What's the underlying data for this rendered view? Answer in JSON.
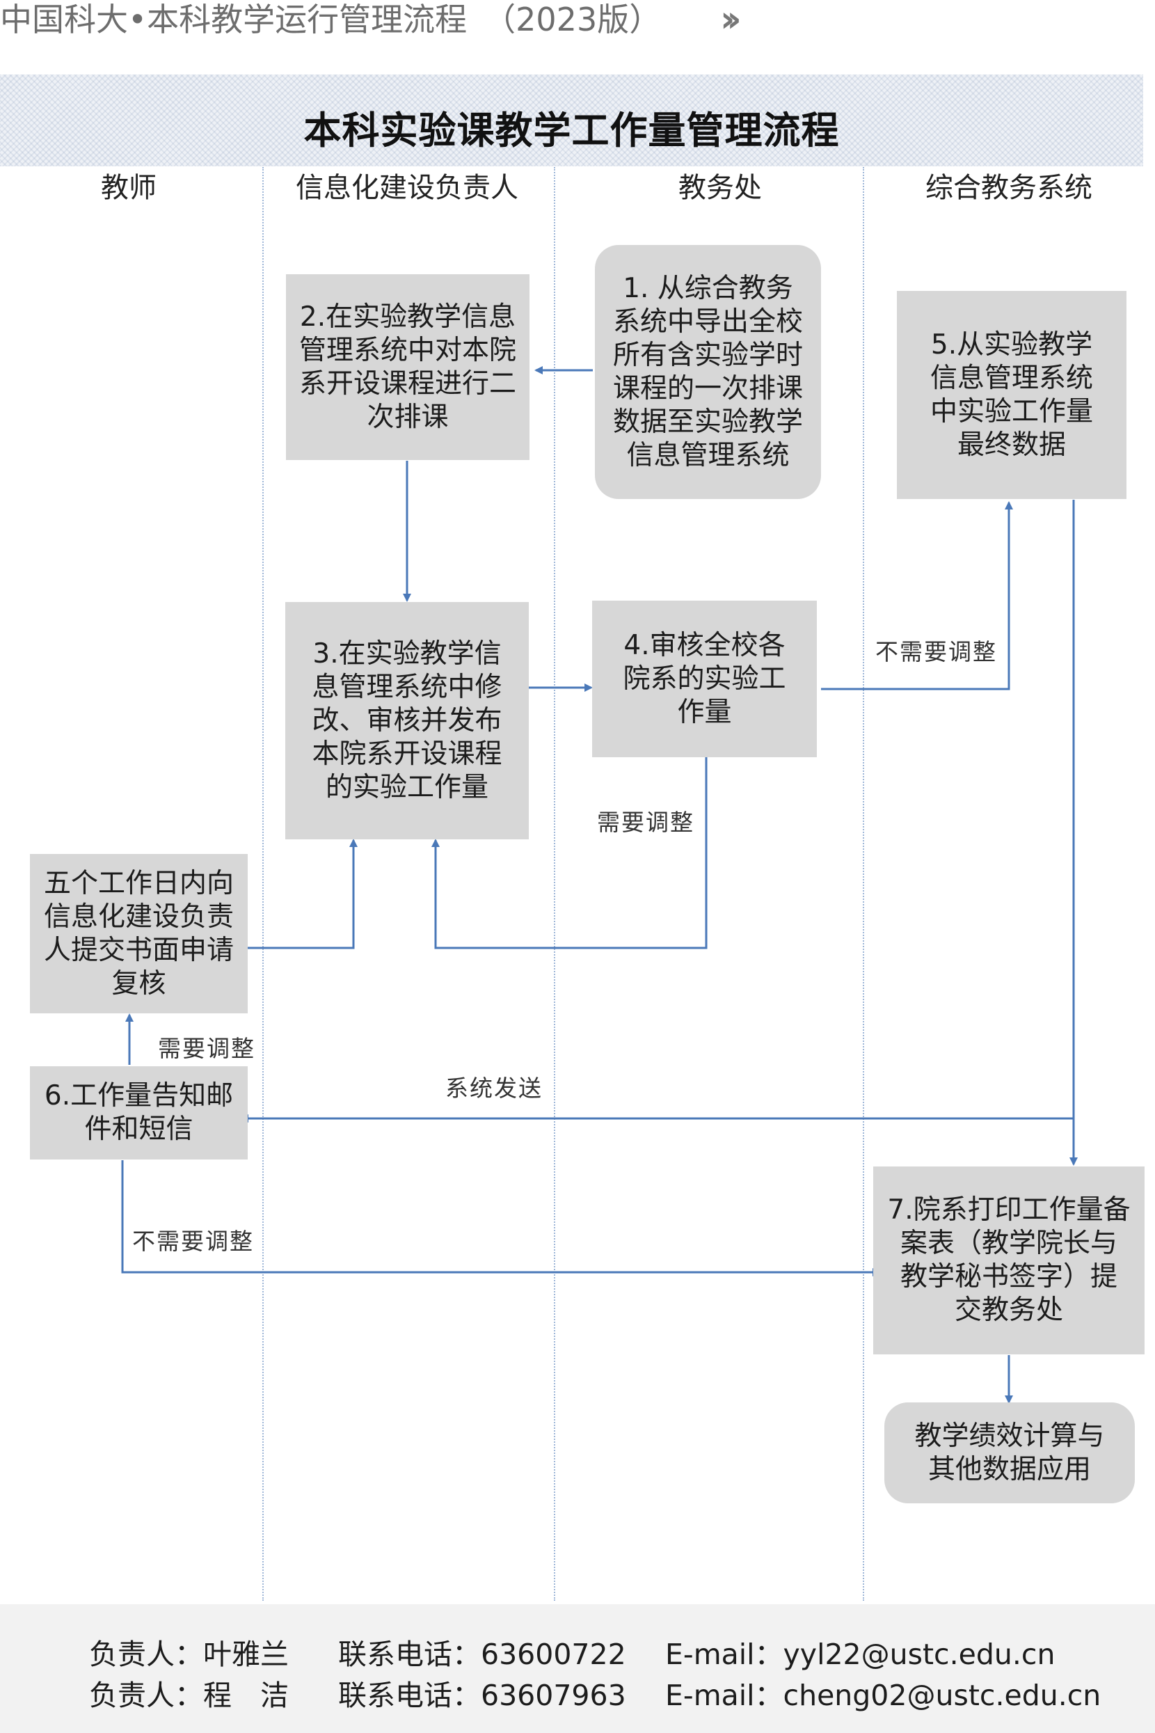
{
  "header": {
    "doc_title": "中国科大•本科教学运行管理流程",
    "edition": "（2023版）",
    "chevron": "››"
  },
  "title": "本科实验课教学工作量管理流程",
  "lanes": [
    "教师",
    "信息化建设负责人",
    "教务处",
    "综合教务系统"
  ],
  "steps": {
    "s1": "1.  从综合教务系统中导出全校所有含实验学时课程的一次排课数据至实验教学信息管理系统",
    "s2": "2.在实验教学信息管理系统中对本院系开设课程进行二次排课",
    "s3": "3.在实验教学信息管理系统中修改、审核并发布本院系开设课程的实验工作量",
    "s4": "4.审核全校各院系的实验工作量",
    "s5": "5.从实验教学信息管理系统中实验工作量最终数据",
    "s6": "6.工作量告知邮件和短信",
    "s7": "7.院系打印工作量备案表（教学院长与教学秘书签字）提交教务处",
    "review": "五个工作日内向信息化建设负责人提交书面申请复核",
    "end": "教学绩效计算与其他数据应用"
  },
  "edge_labels": {
    "no_adjust_top": "不需要调整",
    "need_adjust_mid": "需要调整",
    "need_adjust_left": "需要调整",
    "system_send": "系统发送",
    "no_adjust_bottom": "不需要调整"
  },
  "footer": {
    "contacts": [
      {
        "person": "负责人：叶雅兰",
        "phone": "联系电话：63600722",
        "email": "E-mail：yyl22@ustc.edu.cn"
      },
      {
        "person": "负责人：程　洁",
        "phone": "联系电话：63607963",
        "email": "E-mail：cheng02@ustc.edu.cn"
      }
    ]
  },
  "colors": {
    "arrow": "#4a78b8",
    "box": "#d7d7d7",
    "divider": "#9fb7d8"
  }
}
